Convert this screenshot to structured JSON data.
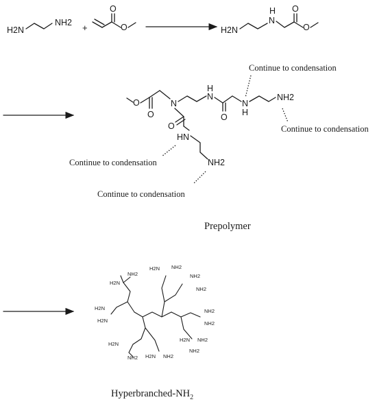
{
  "reaction": {
    "plus": "+",
    "amine_group": "H2N",
    "amine_group_end": "NH2",
    "secondary_amine": "H",
    "nitrogen": "N",
    "oxygen": "O",
    "hn_group": "HN"
  },
  "annotations": {
    "continue_1": "Continue to condensation",
    "continue_2": "Continue to condensation",
    "continue_3": "Continue to condensation",
    "continue_4": "Continue to condensation"
  },
  "captions": {
    "prepolymer": "Prepolymer",
    "product_main": "Hyperbranched-NH",
    "product_sub": "2"
  }
}
